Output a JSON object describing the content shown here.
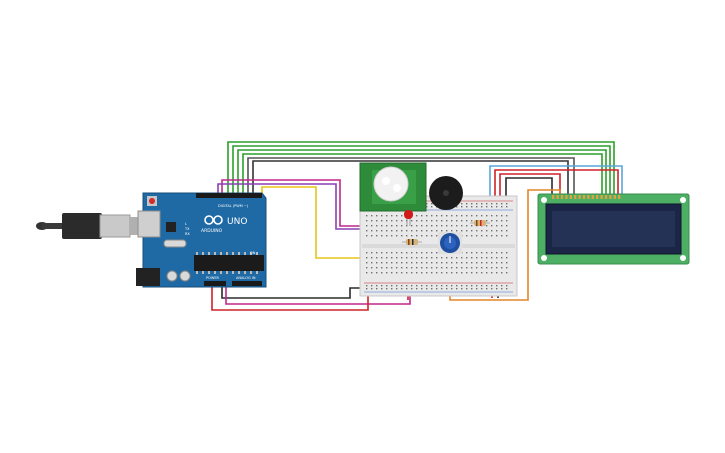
{
  "arduino": {
    "brand": "ARDUINO",
    "model": "UNO",
    "header_digital": "DIGITAL (PWM ~)",
    "header_power": "POWER",
    "header_analog": "ANALOG IN",
    "on_label": "ON",
    "tx_label": "TX",
    "rx_label": "RX",
    "l_label": "L"
  },
  "colors": {
    "board": "#1f6aa5",
    "breadboard": "#e9e9e9",
    "lcd_pcb": "#4caf63",
    "lcd_screen": "#1e2b4f",
    "pir_pcb": "#2e8b3a",
    "wire_green": "#2aa12a",
    "wire_red": "#d0202a",
    "wire_black": "#2b2b2b",
    "wire_yellow": "#e8c517",
    "wire_magenta": "#c0278b",
    "wire_orange": "#e3862a",
    "wire_blue": "#5aa6d8",
    "wire_purple": "#8a3fb6"
  },
  "components": [
    {
      "icon": "usb-cable-icon"
    },
    {
      "icon": "arduino-uno-icon"
    },
    {
      "icon": "breadboard-icon"
    },
    {
      "icon": "pir-sensor-icon"
    },
    {
      "icon": "piezo-buzzer-icon"
    },
    {
      "icon": "red-led-icon"
    },
    {
      "icon": "resistor-icon"
    },
    {
      "icon": "potentiometer-icon"
    },
    {
      "icon": "lcd-16x2-icon"
    }
  ]
}
